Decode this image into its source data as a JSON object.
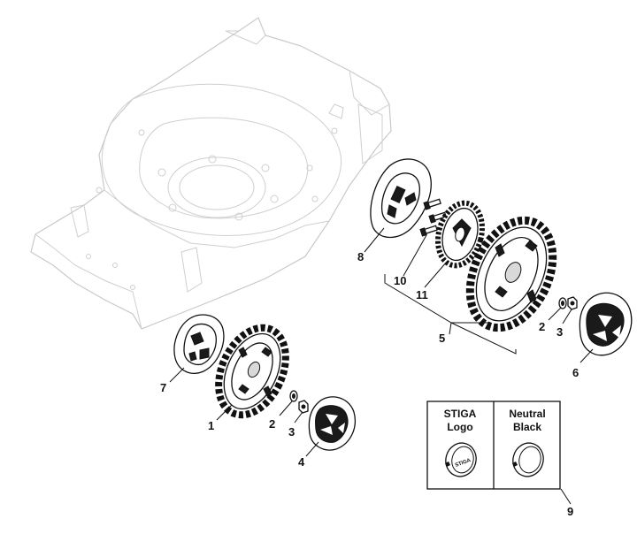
{
  "callouts": {
    "c1": "1",
    "c2a": "2",
    "c3a": "3",
    "c4": "4",
    "c5": "5",
    "c6": "6",
    "c7": "7",
    "c8": "8",
    "c2b": "2",
    "c3b": "3",
    "c9": "9",
    "c10": "10",
    "c11": "11"
  },
  "cap_table": {
    "col1_line1": "STIGA",
    "col1_line2": "Logo",
    "col2_line1": "Neutral",
    "col2_line2": "Black",
    "logo_mark": "STIGA"
  }
}
